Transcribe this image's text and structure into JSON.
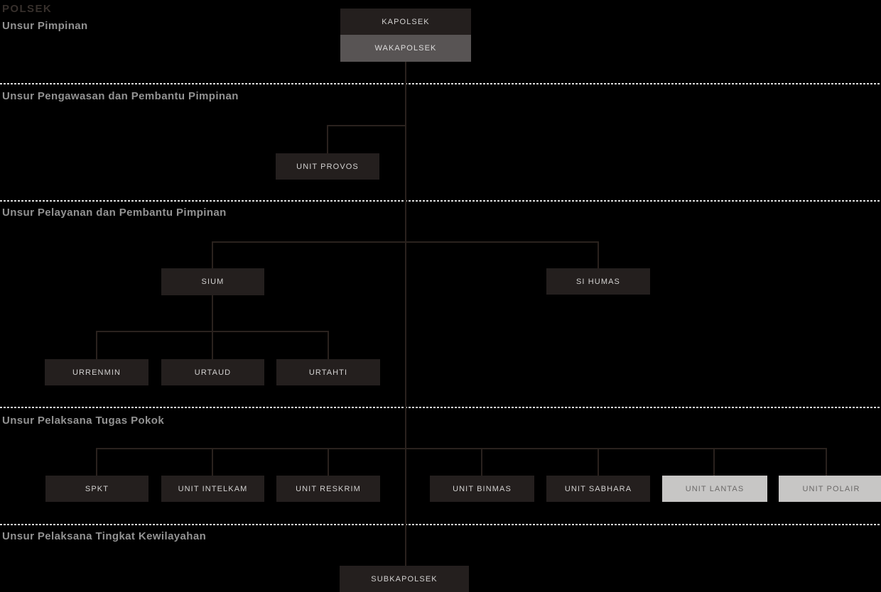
{
  "title": "POLSEK",
  "diagram_type": "org-chart",
  "sections": [
    {
      "heading": "Unsur Pimpinan"
    },
    {
      "heading": "Unsur Pengawasan dan Pembantu Pimpinan"
    },
    {
      "heading": "Unsur Pelayanan dan Pembantu Pimpinan"
    },
    {
      "heading": "Unsur Pelaksana Tugas Pokok"
    },
    {
      "heading": "Unsur Pelaksana Tingkat Kewilayahan"
    }
  ],
  "nodes": {
    "kapolsek": {
      "label": "KAPOLSEK",
      "style": "dark"
    },
    "wakapolsek": {
      "label": "WAKAPOLSEK",
      "style": "mid"
    },
    "unit_provos": {
      "label": "UNIT PROVOS",
      "style": "dark"
    },
    "sium": {
      "label": "SIUM",
      "style": "dark"
    },
    "si_humas": {
      "label": "SI HUMAS",
      "style": "dark"
    },
    "urrenmin": {
      "label": "URRENMIN",
      "style": "dark"
    },
    "urtaud": {
      "label": "URTAUD",
      "style": "dark"
    },
    "urtahti": {
      "label": "URTAHTI",
      "style": "dark"
    },
    "spkt": {
      "label": "SPKT",
      "style": "dark"
    },
    "unit_intelkam": {
      "label": "UNIT INTELKAM",
      "style": "dark"
    },
    "unit_reskrim": {
      "label": "UNIT RESKRIM",
      "style": "dark"
    },
    "unit_binmas": {
      "label": "UNIT BINMAS",
      "style": "dark"
    },
    "unit_sabhara": {
      "label": "UNIT SABHARA",
      "style": "dark"
    },
    "unit_lantas": {
      "label": "UNIT LANTAS",
      "style": "light"
    },
    "unit_polair": {
      "label": "UNIT POLAIR",
      "style": "light"
    },
    "subkapolsek": {
      "label": "SUBKAPOLSEK",
      "style": "dark"
    }
  },
  "edges": [
    [
      "kapolsek",
      "wakapolsek"
    ],
    [
      "wakapolsek",
      "unit_provos"
    ],
    [
      "wakapolsek",
      "sium"
    ],
    [
      "wakapolsek",
      "si_humas"
    ],
    [
      "sium",
      "urrenmin"
    ],
    [
      "sium",
      "urtaud"
    ],
    [
      "sium",
      "urtahti"
    ],
    [
      "wakapolsek",
      "spkt"
    ],
    [
      "wakapolsek",
      "unit_intelkam"
    ],
    [
      "wakapolsek",
      "unit_reskrim"
    ],
    [
      "wakapolsek",
      "unit_binmas"
    ],
    [
      "wakapolsek",
      "unit_sabhara"
    ],
    [
      "wakapolsek",
      "unit_lantas"
    ],
    [
      "wakapolsek",
      "unit_polair"
    ],
    [
      "wakapolsek",
      "subkapolsek"
    ]
  ],
  "colors": {
    "background": "#000000",
    "node_dark_bg": "#241f1e",
    "node_dark_text": "#d3d2d1",
    "node_mid_bg": "#585454",
    "node_mid_text": "#dedddd",
    "node_light_bg": "#c7c6c5",
    "node_light_text": "#6b6968",
    "connector": "#2a221e",
    "divider": "#dcdcdc",
    "heading_text": "#939393",
    "title_text": "#37302c"
  }
}
